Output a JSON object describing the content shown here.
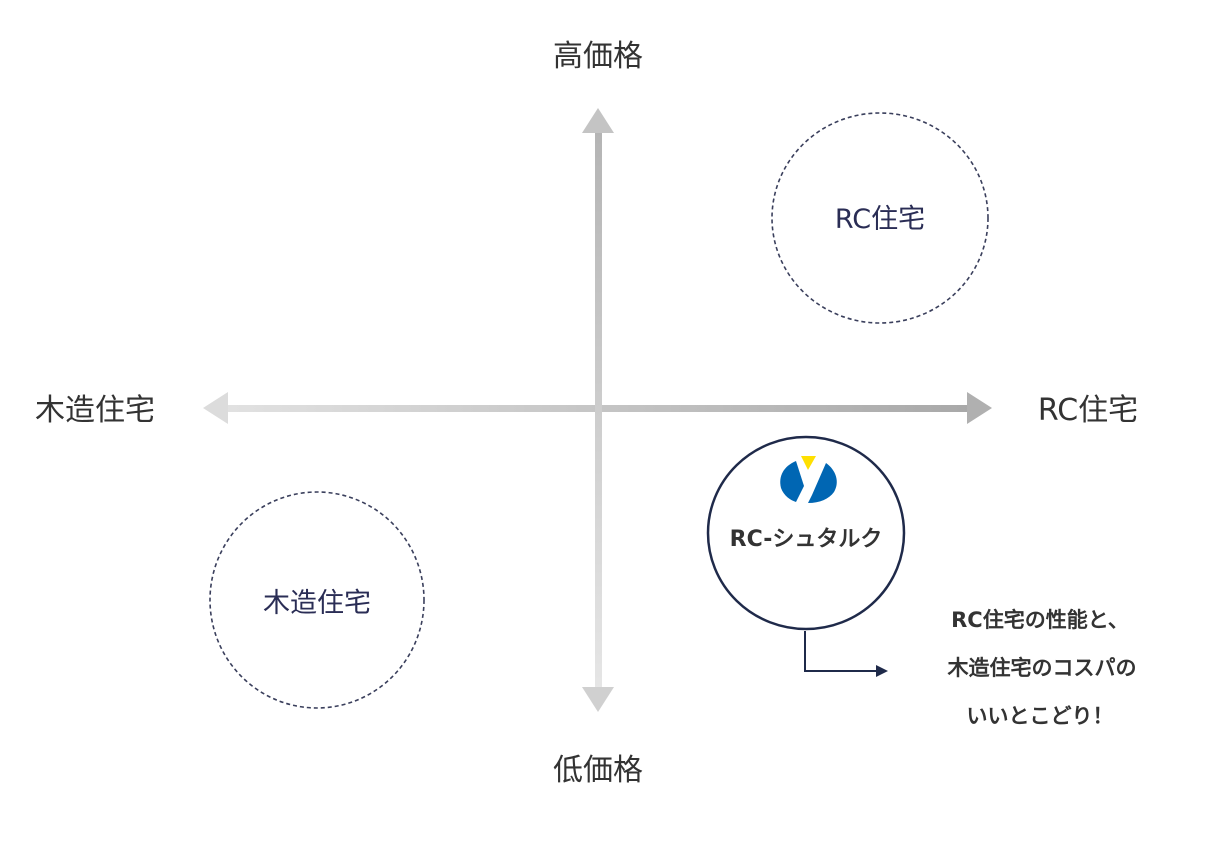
{
  "axes": {
    "top": "高価格",
    "bottom": "低価格",
    "left": "木造住宅",
    "right": "RC住宅"
  },
  "regions": {
    "rc": "RC住宅",
    "wood": "木造住宅"
  },
  "product": {
    "name": "RC-シュタルク",
    "logo": "Y-logo-icon"
  },
  "note": {
    "lines": [
      "RC住宅の性能と、",
      "木造住宅のコスパの",
      "いいとこどり！"
    ]
  },
  "colors": {
    "axis": "#c8c8c8",
    "navy": "#1f2a4a",
    "logo_blue": "#0066b3",
    "logo_yellow": "#ffe000"
  }
}
